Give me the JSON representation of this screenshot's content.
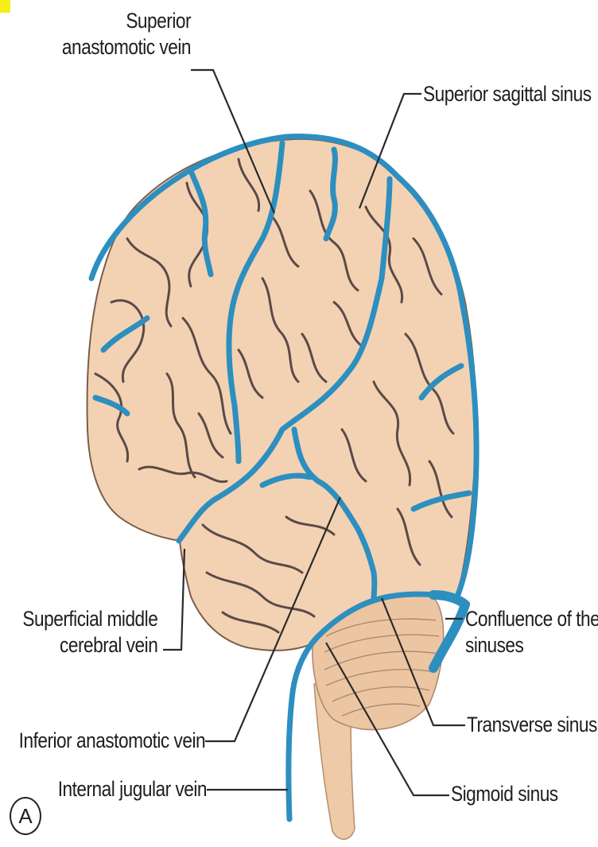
{
  "figure": {
    "panel_letter": "A",
    "labels": {
      "superior_anastomotic_vein": "Superior\nanastomotic vein",
      "superior_sagittal_sinus": "Superior sagittal sinus",
      "superficial_middle_cerebral_vein": "Superficial middle\ncerebral vein",
      "confluence_of_the_sinuses": "Confluence of the\nsinuses",
      "transverse_sinus": "Transverse sinus",
      "inferior_anastomotic_vein": "Inferior anastomotic vein",
      "internal_jugular_vein": "Internal jugular vein",
      "sigmoid_sinus": "Sigmoid sinus"
    },
    "colors": {
      "brain": "#f3d2b3",
      "sulcus": "#5a4a48",
      "vein": "#2d8fbf",
      "vein_outline": "#1d5f86",
      "cerebellum": "#ecc5a2",
      "brainstem": "#efcaa8",
      "leader": "#2a2a2a",
      "corner_mark": "#f5ef17"
    }
  }
}
